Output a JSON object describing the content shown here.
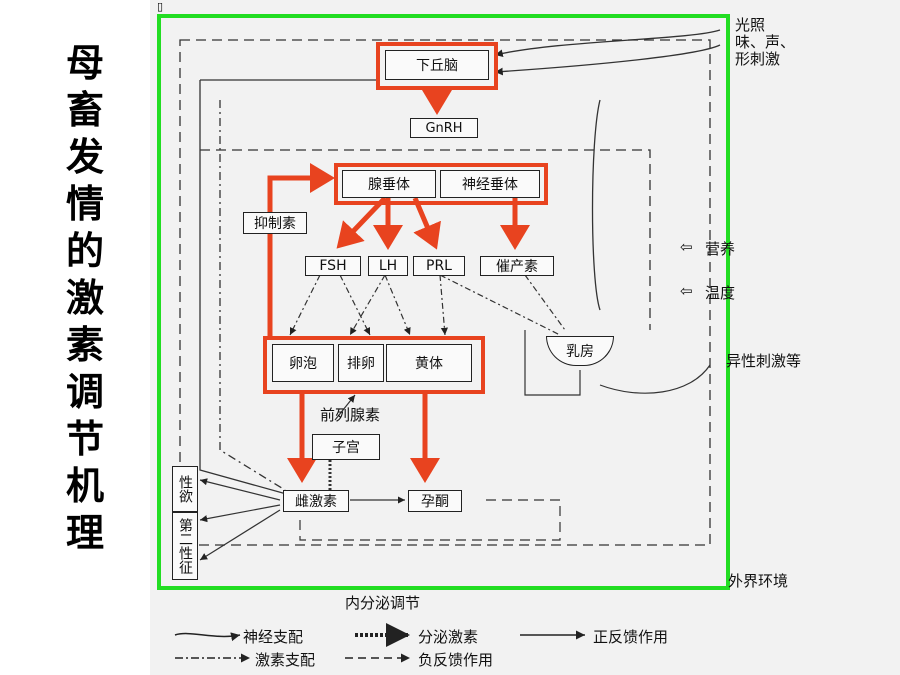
{
  "title": "母畜发情的激素调节机理",
  "marker": "▯",
  "diagram": {
    "hypothalamus": "下丘脑",
    "gnrh": "GnRH",
    "adenohypophysis": "腺垂体",
    "neurohypophysis": "神经垂体",
    "inhibin": "抑制素",
    "fsh": "FSH",
    "lh": "LH",
    "prl": "PRL",
    "oxytocin": "催产素",
    "follicle": "卵泡",
    "ovulation": "排卵",
    "corpus_luteum": "黄体",
    "prostaglandin": "前列腺素",
    "uterus": "子宫",
    "estrogen": "雌激素",
    "progesterone": "孕酮",
    "mammary": "乳房",
    "libido": "性欲",
    "secondary_sex": "第二性征"
  },
  "external": {
    "light": "光照",
    "smell_sound": "味、声、",
    "shape_stim": "形刺激",
    "nutrition": "营养",
    "temperature": "温度",
    "opposite_sex": "异性刺激等",
    "environment": "外界环境",
    "endocrine": "内分泌调节"
  },
  "legend": {
    "nerve": "神经支配",
    "secretion": "分泌激素",
    "positive": "正反馈作用",
    "hormone": "激素支配",
    "negative": "负反馈作用"
  },
  "colors": {
    "red": "#e8431f",
    "green": "#22dd22"
  }
}
